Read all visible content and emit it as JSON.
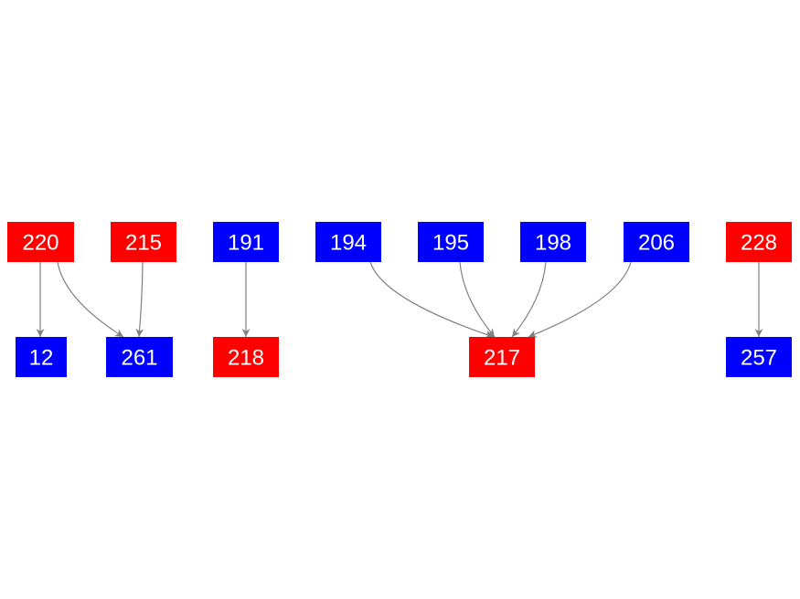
{
  "colors": {
    "red": "#ff0000",
    "blue": "#0000ff",
    "edge": "#808080",
    "text": "#ffffff"
  },
  "nodes": [
    {
      "id": "220",
      "label": "220",
      "color": "red"
    },
    {
      "id": "215",
      "label": "215",
      "color": "red"
    },
    {
      "id": "191",
      "label": "191",
      "color": "blue"
    },
    {
      "id": "194",
      "label": "194",
      "color": "blue"
    },
    {
      "id": "195",
      "label": "195",
      "color": "blue"
    },
    {
      "id": "198",
      "label": "198",
      "color": "blue"
    },
    {
      "id": "206",
      "label": "206",
      "color": "blue"
    },
    {
      "id": "228",
      "label": "228",
      "color": "red"
    },
    {
      "id": "12",
      "label": "12",
      "color": "blue"
    },
    {
      "id": "261",
      "label": "261",
      "color": "blue"
    },
    {
      "id": "218",
      "label": "218",
      "color": "red"
    },
    {
      "id": "217",
      "label": "217",
      "color": "red"
    },
    {
      "id": "257",
      "label": "257",
      "color": "blue"
    }
  ],
  "edges": [
    {
      "from": "220",
      "to": "12"
    },
    {
      "from": "220",
      "to": "261"
    },
    {
      "from": "215",
      "to": "261"
    },
    {
      "from": "191",
      "to": "218"
    },
    {
      "from": "194",
      "to": "217"
    },
    {
      "from": "195",
      "to": "217"
    },
    {
      "from": "198",
      "to": "217"
    },
    {
      "from": "206",
      "to": "217"
    },
    {
      "from": "228",
      "to": "257"
    }
  ]
}
